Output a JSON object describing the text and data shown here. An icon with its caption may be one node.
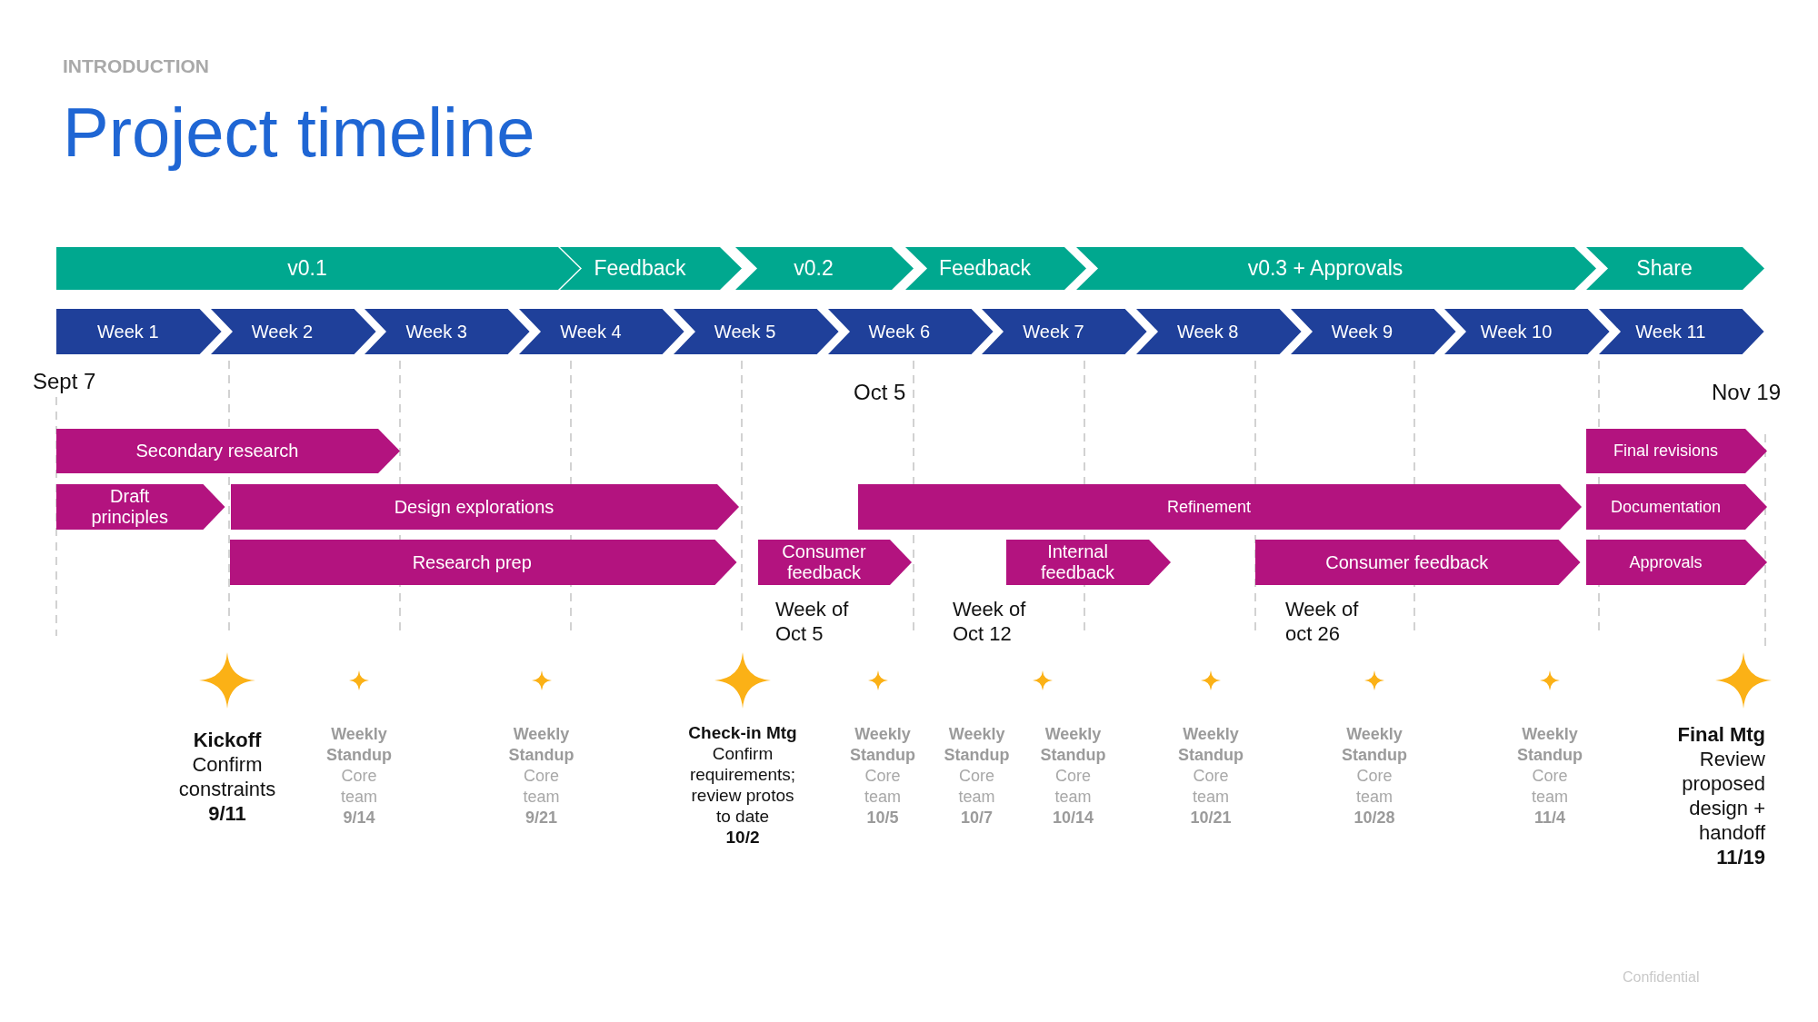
{
  "diagram": {
    "title": "Project timeline",
    "nodes": [
      {
        "text": [
          "v0.1"
        ]
      },
      {
        "text": [
          "Feedback"
        ]
      },
      {
        "text": [
          "v0.2"
        ]
      },
      {
        "text": [
          "Feedback"
        ]
      },
      {
        "text": [
          "v0.3 + Approvals"
        ]
      },
      {
        "text": [
          "Share"
        ]
      },
      {
        "text": [
          "Week 1"
        ]
      },
      {
        "text": [
          "Week 2"
        ]
      },
      {
        "text": [
          "Week 3"
        ]
      },
      {
        "text": [
          "Week 4"
        ]
      },
      {
        "text": [
          "Week 5"
        ]
      },
      {
        "text": [
          "Week 6"
        ]
      },
      {
        "text": [
          "Week 7"
        ]
      },
      {
        "text": [
          "Week 8"
        ]
      },
      {
        "text": [
          "Week 9"
        ]
      },
      {
        "text": [
          "Week 10"
        ]
      },
      {
        "text": [
          "Week 11"
        ]
      },
      {
        "text": [
          "Secondary research"
        ]
      },
      {
        "text": [
          "Final revisions"
        ]
      },
      {
        "text": [
          "Draft principles"
        ]
      },
      {
        "text": [
          "Design explorations"
        ]
      },
      {
        "text": [
          "Refinement"
        ]
      },
      {
        "text": [
          "Documentation"
        ]
      },
      {
        "text": [
          "Research prep"
        ]
      },
      {
        "text": [
          "Consumer feedback"
        ],
        "beside": [
          "Week of Oct 5"
        ]
      },
      {
        "text": [
          "Internal feedback"
        ]
      },
      {
        "text": [
          "Consumer feedback"
        ],
        "beside": [
          "Week of oct 26"
        ]
      },
      {
        "text": [
          "Approvals"
        ]
      }
    ],
    "labels": [
      "INTRODUCTION",
      "Sept 7",
      "Oct 5",
      "Nov 19",
      "Week of Oct 12",
      "Kickoff",
      "Confirm constraints",
      "9/11",
      "Weekly Standup",
      "Core team",
      "9/14",
      "Weekly Standup",
      "Core team",
      "9/21",
      "Check-in Mtg",
      "Confirm requirements; review protos to date",
      "10/2",
      "Weekly Standup",
      "Core team",
      "10/5",
      "Weekly Standup",
      "Core team",
      "10/7",
      "Weekly Standup",
      "Core team",
      "10/14",
      "Weekly Standup",
      "Core team",
      "10/21",
      "Weekly Standup",
      "Core team",
      "10/28",
      "Weekly Standup",
      "Core team",
      "11/4",
      "Final Mtg",
      "Review proposed design + handoff",
      "11/19",
      "Confidential"
    ]
  }
}
